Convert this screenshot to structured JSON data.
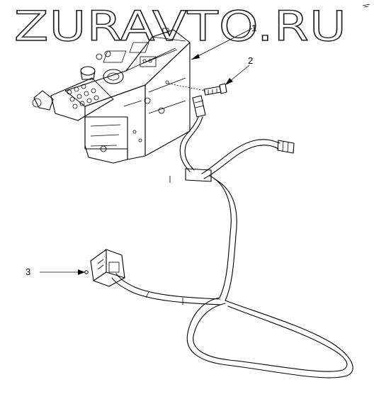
{
  "watermark": "ZURAVTO.RU",
  "callouts": [
    {
      "label": "1",
      "part": "control panel"
    },
    {
      "label": "2",
      "part": "bolt"
    },
    {
      "label": "3",
      "part": "screw"
    }
  ]
}
